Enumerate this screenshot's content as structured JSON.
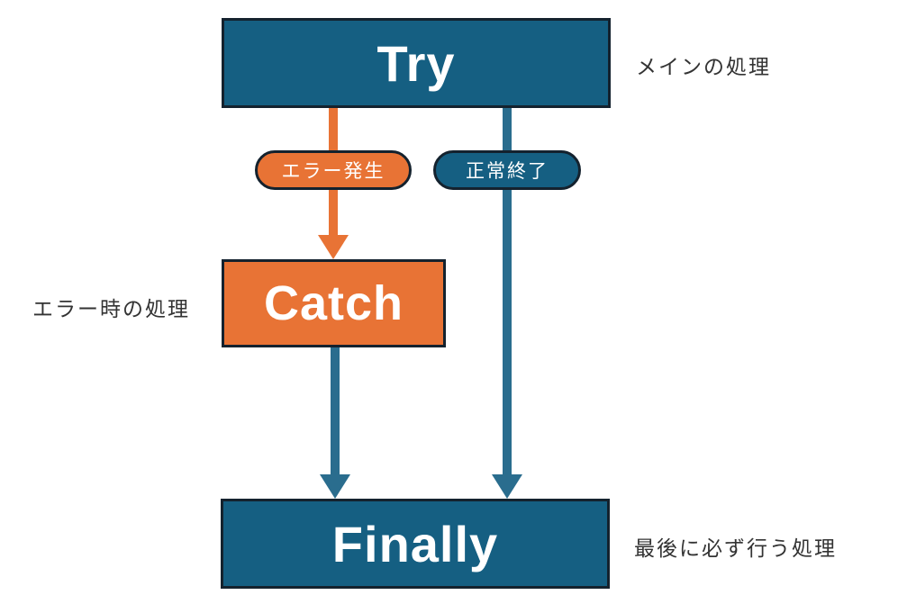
{
  "diagram": {
    "type": "flowchart",
    "topic": "try-catch-finally exception handling flow",
    "nodes": {
      "try": {
        "label": "Try"
      },
      "catch": {
        "label": "Catch"
      },
      "finally": {
        "label": "Finally"
      }
    },
    "annotations": {
      "try": "メインの処理",
      "catch": "エラー時の処理",
      "finally": "最後に必ず行う処理"
    },
    "edges": {
      "try_to_catch": {
        "label": "エラー発生",
        "from": "Try",
        "to": "Catch"
      },
      "try_to_finally": {
        "label": "正常終了",
        "from": "Try",
        "to": "Finally"
      },
      "catch_to_finally": {
        "label": "",
        "from": "Catch",
        "to": "Finally"
      }
    },
    "colors": {
      "teal_fill": "#155f82",
      "orange_fill": "#e87335",
      "arrow_teal": "#2a6d8e",
      "outline": "#14222e",
      "node_text": "#ffffff",
      "annotation_text": "#333333",
      "background": "#ffffff"
    }
  }
}
